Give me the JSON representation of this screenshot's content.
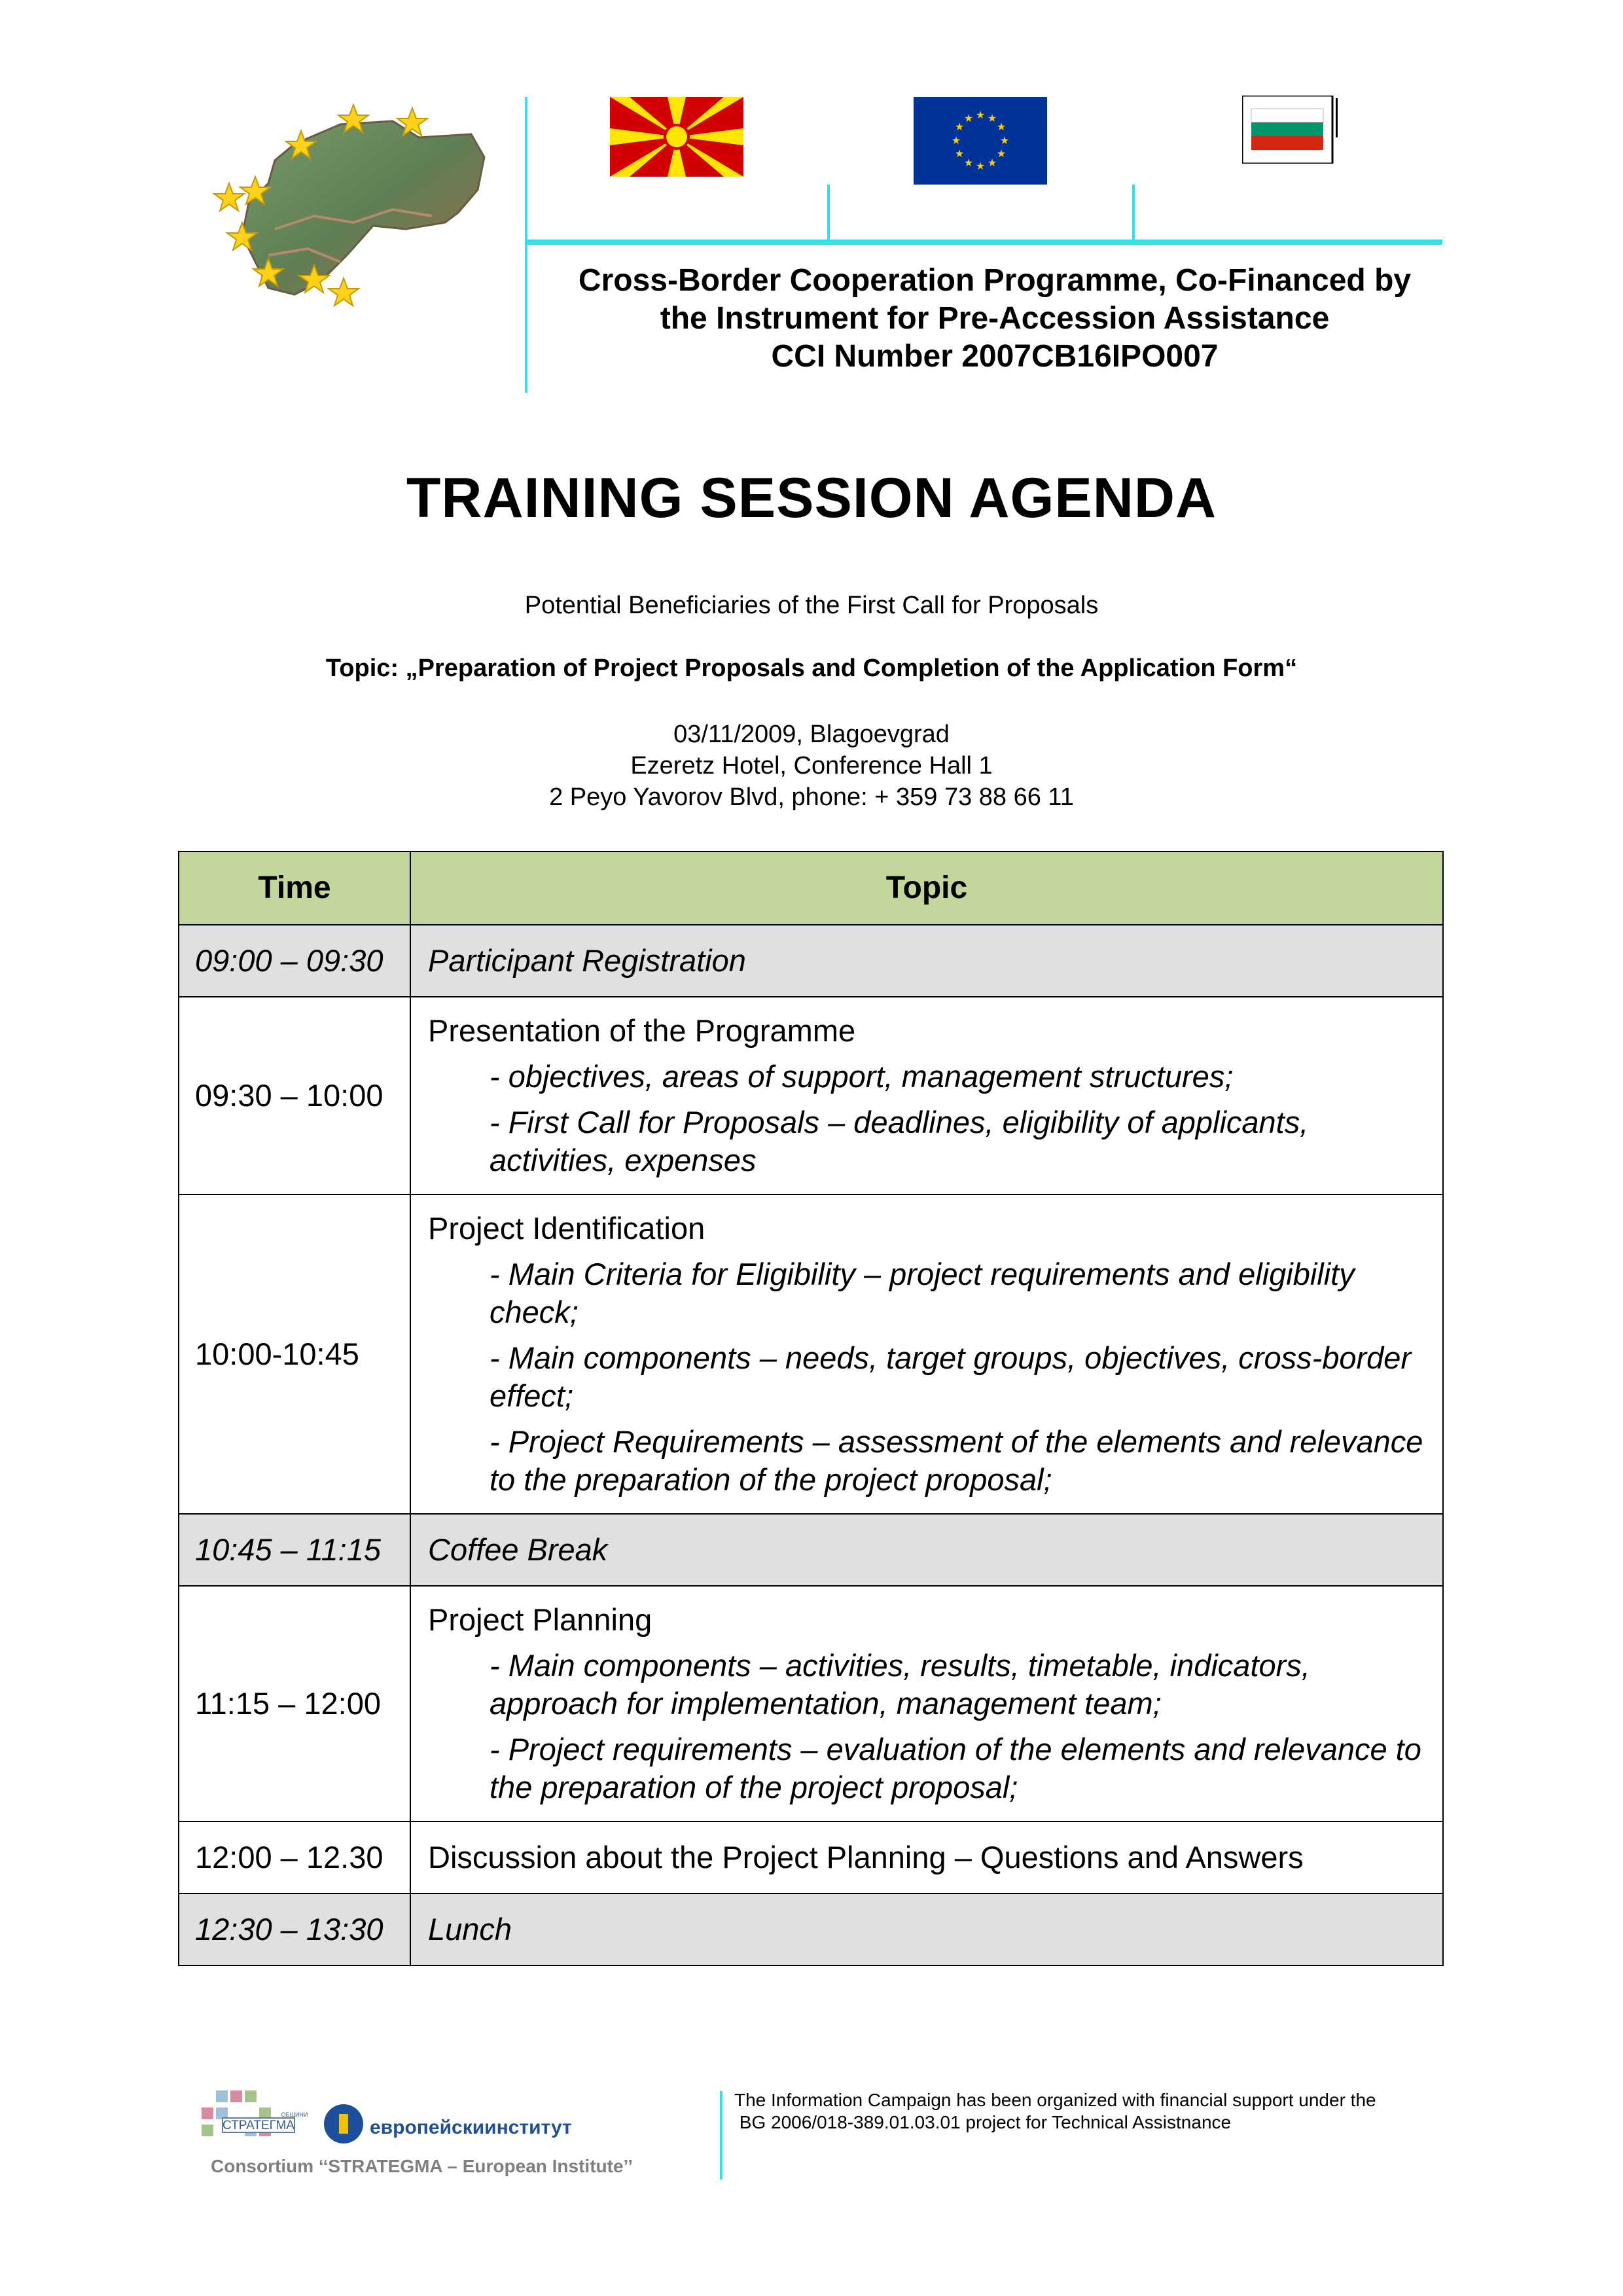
{
  "header": {
    "map_logo": "map-logo-with-stars",
    "flags": [
      {
        "name": "macedonia-flag",
        "colors": [
          "#d20000",
          "#ffe600"
        ]
      },
      {
        "name": "eu-flag",
        "colors": [
          "#003399",
          "#ffcc00"
        ]
      },
      {
        "name": "bulgaria-flag",
        "colors": [
          "#ffffff",
          "#00966e",
          "#d62612"
        ]
      }
    ],
    "programme_lines": [
      "Cross-Border Cooperation Programme, Co-Financed by",
      "the Instrument for Pre-Accession Assistance",
      "CCI Number 2007CB16IPO007"
    ],
    "accent_color": "#33e0ea"
  },
  "document": {
    "title": "TRAINING SESSION AGENDA",
    "subtitle": "Potential Beneficiaries of the First Call for Proposals",
    "topic": "Topic: „Preparation of Project Proposals and Completion of the Application Form“",
    "venue_lines": [
      "03/11/2009, Blagoevgrad",
      "Ezeretz Hotel, Conference Hall 1",
      "2 Peyo Yavorov Blvd, phone: + 359 73 88 66 11"
    ]
  },
  "agenda": {
    "header_color": "#c3d69b",
    "shade_color": "#e0e0e0",
    "columns": [
      "Time",
      "Topic"
    ],
    "rows": [
      {
        "time": "09:00 – 09:30",
        "title": "Participant Registration"
      },
      {
        "time": "09:30 – 10:00",
        "title": "Presentation of the Programme",
        "items": [
          "- objectives, areas of support, management structures;",
          "- First Call for Proposals – deadlines, eligibility of applicants, activities, expenses"
        ]
      },
      {
        "time": "10:00-10:45",
        "title": "Project Identification",
        "items": [
          "- Main Criteria for Eligibility – project requirements and eligibility check;",
          "- Main components – needs, target groups, objectives, cross-border effect;",
          "- Project Requirements – assessment of the elements and relevance to the preparation of the project proposal;"
        ]
      },
      {
        "time": "10:45 – 11:15",
        "title": "Coffee Break"
      },
      {
        "time": "11:15 – 12:00",
        "title": "Project Planning",
        "items": [
          "- Main components – activities, results, timetable, indicators, approach for implementation, management team;",
          "- Project requirements – evaluation of the elements and relevance to the preparation of the project proposal;"
        ]
      },
      {
        "time": "12:00 – 12.30",
        "title": "Discussion about the Project Planning – Questions and Answers"
      },
      {
        "time": "12:30 – 13:30",
        "title": "Lunch"
      }
    ]
  },
  "footer": {
    "logo_strategma": "СТРАТЕГМА",
    "logo_strategma_small": "ОБЩИНИ",
    "logo_institute": "европейскиинститут",
    "consortium": "Consortium ‘‘STRATEGMA – European Institute’’",
    "note_lines": [
      "The Information Campaign has been organized with financial support under the",
      " BG 2006/018-389.01.03.01 project for Technical Assistnance"
    ]
  }
}
